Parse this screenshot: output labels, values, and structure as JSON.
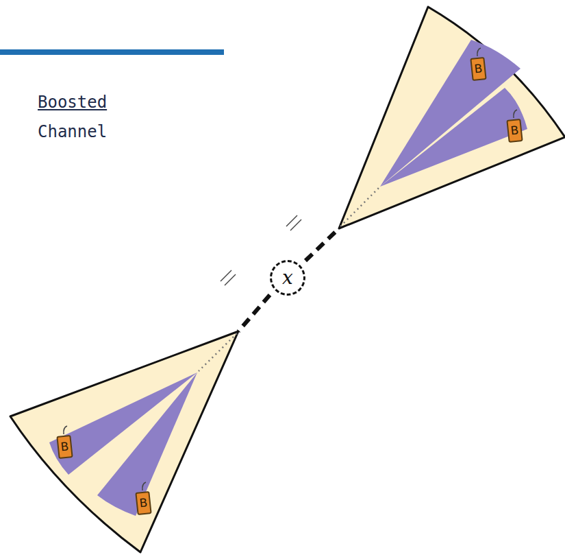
{
  "diagram": {
    "nodes": [
      {
        "text": [
          "x"
        ]
      },
      {
        "text": [
          "B"
        ]
      },
      {
        "text": [
          "B"
        ]
      },
      {
        "text": [
          "B"
        ]
      },
      {
        "text": [
          "B"
        ]
      }
    ],
    "labels": [
      "Boosted",
      "Channel"
    ]
  }
}
